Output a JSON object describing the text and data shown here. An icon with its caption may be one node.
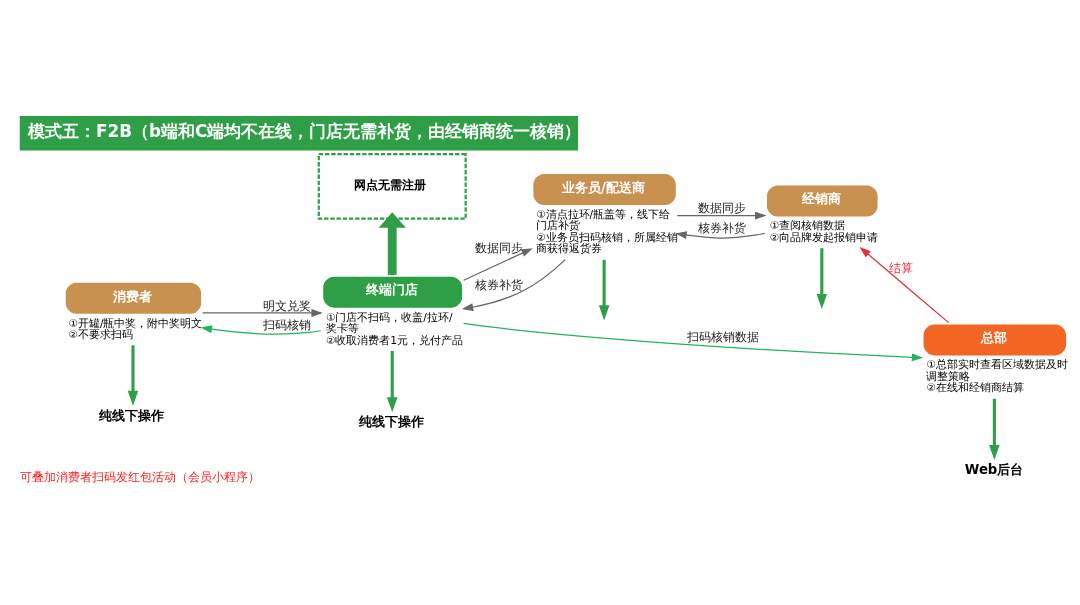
{
  "diagram": {
    "title": "模式五：F2B（b端和C端均不在线，门店无需补货，由经销商统一核销）",
    "nodes": [
      {
        "text": [
          "网点无需注册"
        ]
      },
      {
        "text": [
          "消费者"
        ],
        "beside": [
          "①开罐/瓶中奖，附中奖明文",
          "②不要求扫码"
        ]
      },
      {
        "text": [
          "终端门店"
        ],
        "beside": [
          "①门店不扫码，收盖/拉环/奖卡等",
          "②收取消费者1元，兑付产品"
        ]
      },
      {
        "text": [
          "业务员/配送商"
        ],
        "beside": [
          "①清点拉环/瓶盖等，线下给门店补货",
          "②业务员扫码核销，所属经销商获得返货券"
        ]
      },
      {
        "text": [
          "经销商"
        ],
        "beside": [
          "①查阅核销数据",
          "②向品牌发起报销申请"
        ]
      },
      {
        "text": [
          "总部"
        ],
        "beside": [
          "①总部实时查看区域数据及时调整策略",
          "②在线和经销商结算"
        ]
      },
      {
        "text": [
          "纯线下操作"
        ]
      },
      {
        "text": [
          "纯线下操作"
        ]
      },
      {
        "text": [
          "Web后台"
        ]
      }
    ],
    "edges": [
      {
        "from": 2,
        "to": 0,
        "arrow": "to",
        "style": "thick",
        "color": "#2e9e47"
      },
      {
        "from": 1,
        "to": 2,
        "arrow": "to",
        "label": "明文兑奖",
        "color": "#666666"
      },
      {
        "from": 2,
        "to": 1,
        "arrow": "to",
        "label": "扫码核销",
        "color": "#22b35e"
      },
      {
        "from": 2,
        "to": 3,
        "arrow": "to",
        "label": "数据同步",
        "color": "#666666"
      },
      {
        "from": 3,
        "to": 2,
        "arrow": "to",
        "label": "核券补货",
        "color": "#666666"
      },
      {
        "from": 2,
        "to": 5,
        "arrow": "to",
        "label": "扫码核销数据",
        "color": "#22b35e"
      },
      {
        "from": 3,
        "to": 4,
        "arrow": "to",
        "label": "数据同步",
        "color": "#666666"
      },
      {
        "from": 4,
        "to": 3,
        "arrow": "to",
        "label": "核券补货",
        "color": "#666666"
      },
      {
        "from": 5,
        "to": 4,
        "arrow": "to",
        "label": "结算",
        "color": "#e0303a"
      },
      {
        "from": 1,
        "to": 6,
        "arrow": "to",
        "style": "thick",
        "color": "#2e9e47"
      },
      {
        "from": 2,
        "to": 7,
        "arrow": "to",
        "style": "thick",
        "color": "#2e9e47"
      },
      {
        "from": 3,
        "to": null,
        "arrow": "to",
        "style": "thick",
        "color": "#2e9e47"
      },
      {
        "from": 4,
        "to": null,
        "arrow": "to",
        "style": "thick",
        "color": "#2e9e47"
      },
      {
        "from": 5,
        "to": 8,
        "arrow": "to",
        "style": "thick",
        "color": "#2e9e47"
      }
    ],
    "labels": [
      "可叠加消费者扫码发红包活动（会员小程序）"
    ]
  }
}
